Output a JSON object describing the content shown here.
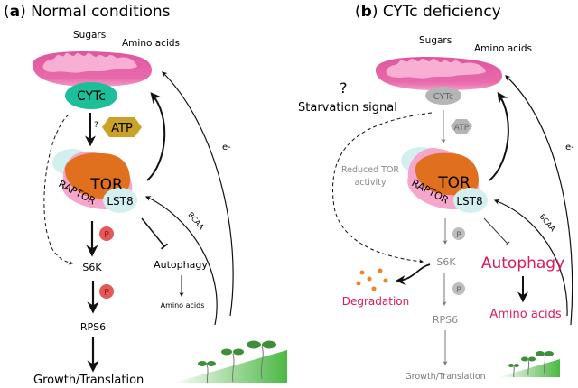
{
  "panels": [
    {
      "id": "a",
      "letter": "a",
      "title": "Normal conditions",
      "sugars": "Sugars",
      "amino_acids_top": "Amino acids",
      "cytc": "CYTc",
      "atp": "ATP",
      "question": "?",
      "tor": "TOR",
      "raptor": "RAPTOR",
      "lst8": "LST8",
      "bcaa": "BCAA",
      "electron": "e-",
      "phospho": "P",
      "s6k": "S6K",
      "rps6": "RPS6",
      "autophagy": "Autophagy",
      "amino_acids_bottom": "Amino acids",
      "growth": "Growth/Translation"
    },
    {
      "id": "b",
      "letter": "b",
      "title": "CYTc deficiency",
      "sugars": "Sugars",
      "amino_acids_top": "Amino acids",
      "cytc": "CYTc",
      "atp": "ATP",
      "question": "?",
      "starvation": "Starvation signal",
      "reduced_line1": "Reduced TOR",
      "reduced_line2": "activity",
      "tor": "TOR",
      "raptor": "RAPTOR",
      "lst8": "LST8",
      "bcaa": "BCAA",
      "electron": "e-",
      "phospho": "P",
      "s6k": "S6K",
      "degradation": "Degradation",
      "rps6": "RPS6",
      "autophagy": "Autophagy",
      "amino_acids_bottom": "Amino acids",
      "growth": "Growth/Translation"
    }
  ],
  "colors": {
    "mito_outer": "#e0559e",
    "mito_inner": "#f5a9d0",
    "cytc_normal": "#1dbf9a",
    "cytc_deficient": "#b5b5b5",
    "atp_normal": "#c9a227",
    "atp_deficient": "#b5b5b5",
    "tor": "#e0701e",
    "raptor": "#f4a6cb",
    "lst8": "#d3efef",
    "phospho_normal": "#e05a5a",
    "phospho_deficient": "#bdbdbd",
    "highlight_red": "#d81b5a",
    "gray_text": "#888888",
    "degradation_dots": "#e8862a",
    "hill_green": "#5cbf4a"
  }
}
